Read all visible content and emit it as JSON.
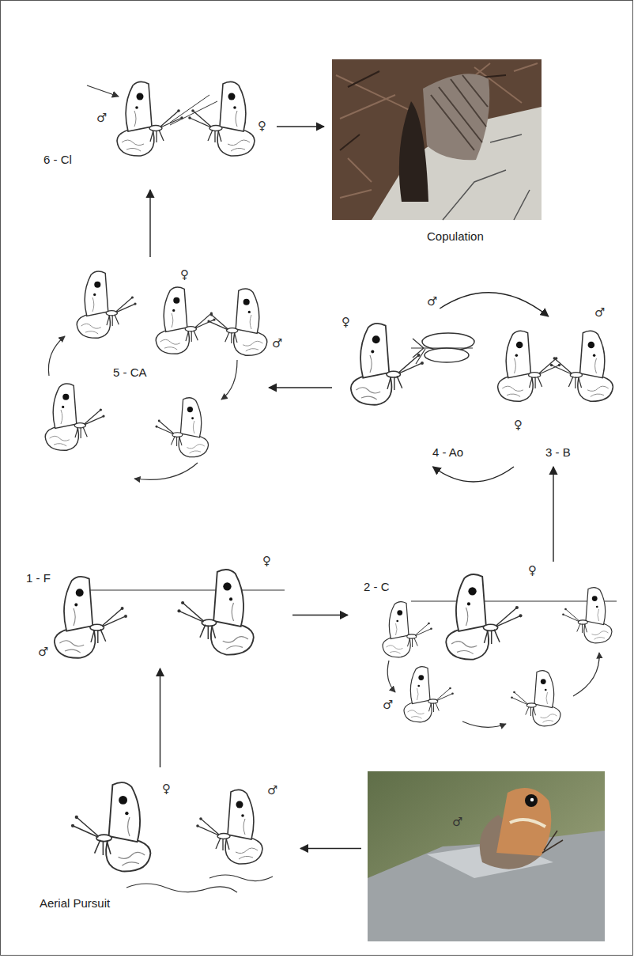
{
  "diagram": {
    "nodes": [
      {
        "text": [
          "6 - Cl"
        ]
      },
      {
        "text": [
          "Copulation"
        ]
      },
      {
        "text": [
          "5 - CA"
        ]
      },
      {
        "text": [
          "4 - Ao"
        ]
      },
      {
        "text": [
          "3 - B"
        ]
      },
      {
        "text": [
          "1 - F"
        ]
      },
      {
        "text": [
          "2 - C"
        ]
      },
      {
        "text": [
          "Aerial Pursuit"
        ]
      },
      {
        "text": [
          "♂"
        ]
      }
    ],
    "edges": [
      {
        "from": 7,
        "to": 5,
        "arrow": "to"
      },
      {
        "from": 5,
        "to": 6,
        "arrow": "to"
      },
      {
        "from": 6,
        "to": 4,
        "arrow": "to"
      },
      {
        "from": 4,
        "to": 3,
        "arrow": "to"
      },
      {
        "from": 3,
        "to": 4,
        "arrow": "to"
      },
      {
        "from": 3,
        "to": 2,
        "arrow": "to"
      },
      {
        "from": 2,
        "to": 0,
        "arrow": "to"
      },
      {
        "from": 0,
        "to": 1,
        "arrow": "to"
      },
      {
        "from": 8,
        "to": 7,
        "arrow": "to"
      }
    ],
    "labels": [
      "♂",
      "♀",
      "♀",
      "♂",
      "♂",
      "♀",
      "♀",
      "♂",
      "♂",
      "♀",
      "♀",
      "♂",
      "♀",
      "♂"
    ]
  }
}
